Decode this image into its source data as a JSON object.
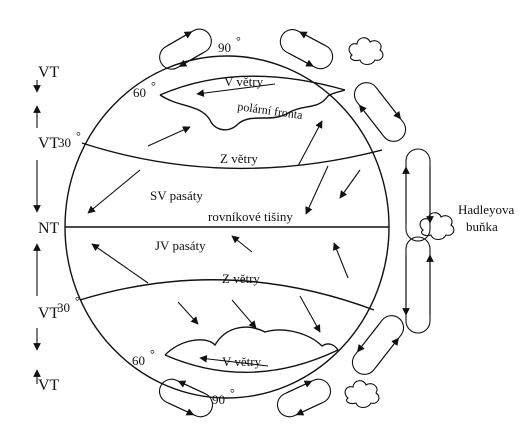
{
  "left_scale": {
    "labels": [
      "VT",
      "VT",
      "NT",
      "VT",
      "VT"
    ]
  },
  "latitudes": {
    "north_60": "60",
    "north_30": "30",
    "south_30": "30",
    "south_60": "60",
    "north_90": "90",
    "south_90": "90",
    "degree_mark": "°"
  },
  "zones": {
    "north_polar_winds": "V větry",
    "polar_front": "polární fronta",
    "north_westerlies": "Z větry",
    "ne_trades": "SV pasáty",
    "doldrums": "rovníkové tišiny",
    "se_trades": "JV pasáty",
    "south_westerlies": "Z větry",
    "south_polar_winds": "V větry"
  },
  "hadley_label": {
    "line1": "Hadleyova",
    "line2": "buňka"
  },
  "colors": {
    "ink": "#111111",
    "background": "#ffffff"
  }
}
